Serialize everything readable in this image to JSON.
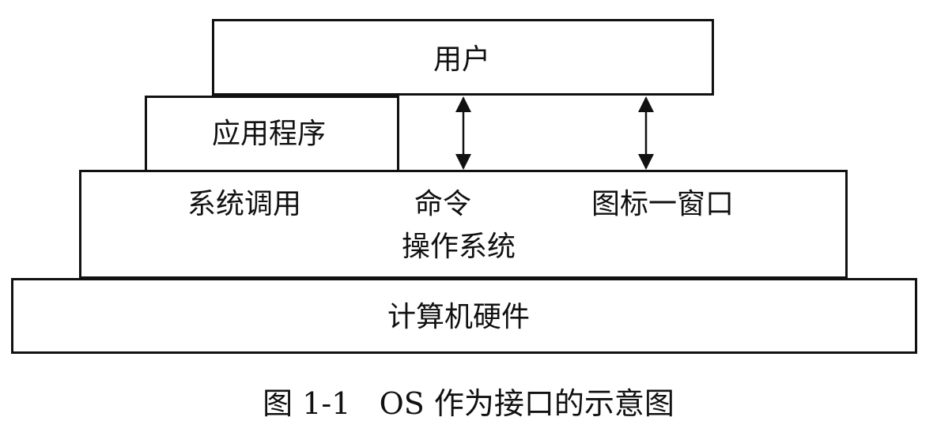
{
  "diagram": {
    "user": "用户",
    "application": "应用程序",
    "os": {
      "system_call": "系统调用",
      "command": "命令",
      "icon_window": "图标一窗口",
      "name": "操作系统"
    },
    "hardware": "计算机硬件",
    "caption": "图 1-1   OS 作为接口的示意图"
  },
  "colors": {
    "line": "#111111",
    "background": "#ffffff"
  }
}
